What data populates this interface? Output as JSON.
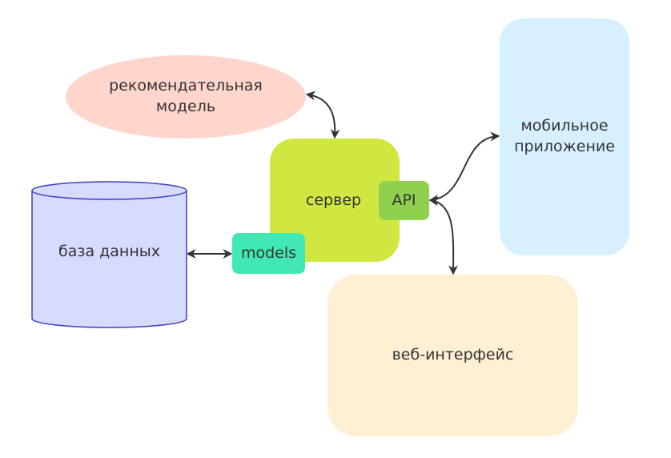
{
  "nodes": {
    "recommender": {
      "label": "рекомендательная\nмодель",
      "line1": "рекомендательная",
      "line2": "модель",
      "color": "#ffd5cc"
    },
    "server": {
      "label": "сервер",
      "color": "#d1e741"
    },
    "api": {
      "label": "API",
      "color": "#8fd14f"
    },
    "models": {
      "label": "models",
      "color": "#42e8b4"
    },
    "database": {
      "label": "база данных",
      "color": "#d6dbff",
      "stroke": "#3f3fbf"
    },
    "mobile": {
      "line1": "мобильное",
      "line2": "приложение",
      "color": "#d6f0ff"
    },
    "web": {
      "label": "веб-интерфейс",
      "color": "#fff0d4"
    }
  },
  "edges": [
    {
      "from": "recommender",
      "to": "server",
      "type": "bidirectional"
    },
    {
      "from": "api",
      "to": "mobile",
      "type": "bidirectional"
    },
    {
      "from": "api",
      "to": "web",
      "type": "bidirectional"
    },
    {
      "from": "database",
      "to": "models",
      "type": "bidirectional"
    }
  ]
}
